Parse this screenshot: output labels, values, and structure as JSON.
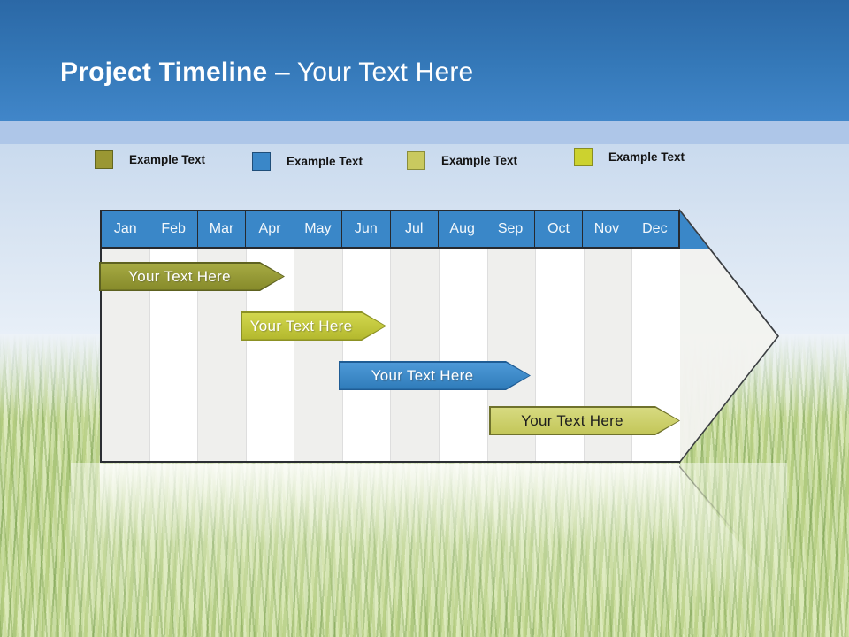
{
  "title": {
    "bold": "Project Timeline",
    "regular": "– Your Text Here"
  },
  "legend": {
    "items": [
      {
        "label": "Example Text",
        "swatch_color": "#9a9733",
        "swatch_border": "#63661f"
      },
      {
        "label": "Example Text",
        "swatch_color": "#3a87c8",
        "swatch_border": "#1f4e79"
      },
      {
        "label": "Example Text",
        "swatch_color": "#c9c95f",
        "swatch_border": "#8a8d3a"
      },
      {
        "label": "Example Text",
        "swatch_color": "#ccd22f",
        "swatch_border": "#898d21"
      }
    ]
  },
  "chart_data": {
    "type": "bar",
    "subtype": "gantt-timeline",
    "title": "Project Timeline – Your Text Here",
    "categories": [
      "Jan",
      "Feb",
      "Mar",
      "Apr",
      "May",
      "Jun",
      "Jul",
      "Aug",
      "Sep",
      "Oct",
      "Nov",
      "Dec"
    ],
    "series": [
      {
        "name": "task-1",
        "label": "Your  Text Here",
        "row": 1,
        "start_month": "Jan",
        "end_month": "Apr",
        "color": "#8f932e",
        "text_color": "#ffffff"
      },
      {
        "name": "task-2",
        "label": "Your  Text Here",
        "row": 2,
        "start_month": "Apr",
        "end_month": "Jun",
        "color": "#c3c834",
        "text_color": "#ffffff"
      },
      {
        "name": "task-3",
        "label": "Your  Text Here",
        "row": 3,
        "start_month": "Jun",
        "end_month": "Sep",
        "color": "#3a87c8",
        "text_color": "#ffffff"
      },
      {
        "name": "task-4",
        "label": "Your  Text Here",
        "row": 4,
        "start_month": "Sep",
        "end_month": "Dec",
        "color": "#c9cc63",
        "text_color": "#1d1d1d"
      }
    ],
    "legend_position": "top",
    "grid": "alternating-column-shading",
    "colors": {
      "month_header": "#3a87c8",
      "arrow_fill": "#f2f2ef",
      "band": "#3374b3",
      "band_strip": "#aec6e8"
    }
  }
}
